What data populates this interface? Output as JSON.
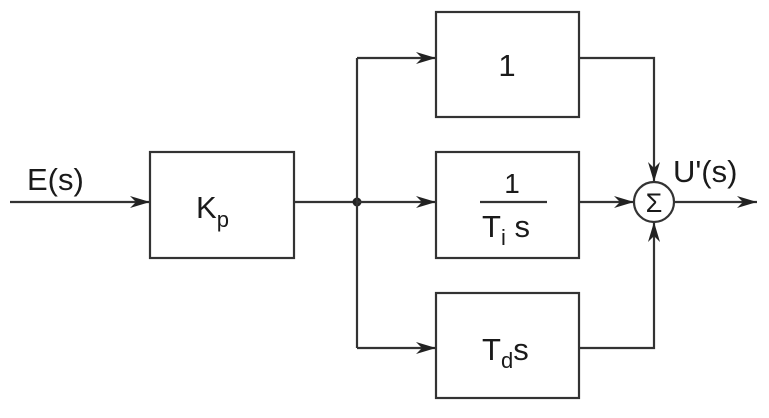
{
  "input_label": "E(s)",
  "output_label": "U'(s)",
  "blocks": {
    "gain": {
      "main": "K",
      "sub": "p"
    },
    "proportional": {
      "text": "1"
    },
    "integral": {
      "numerator": "1",
      "den_main": "T",
      "den_sub": "i",
      "den_tail": " s"
    },
    "derivative": {
      "main": "T",
      "sub": "d",
      "tail": "s"
    }
  },
  "summer": {
    "symbol": "Σ"
  }
}
